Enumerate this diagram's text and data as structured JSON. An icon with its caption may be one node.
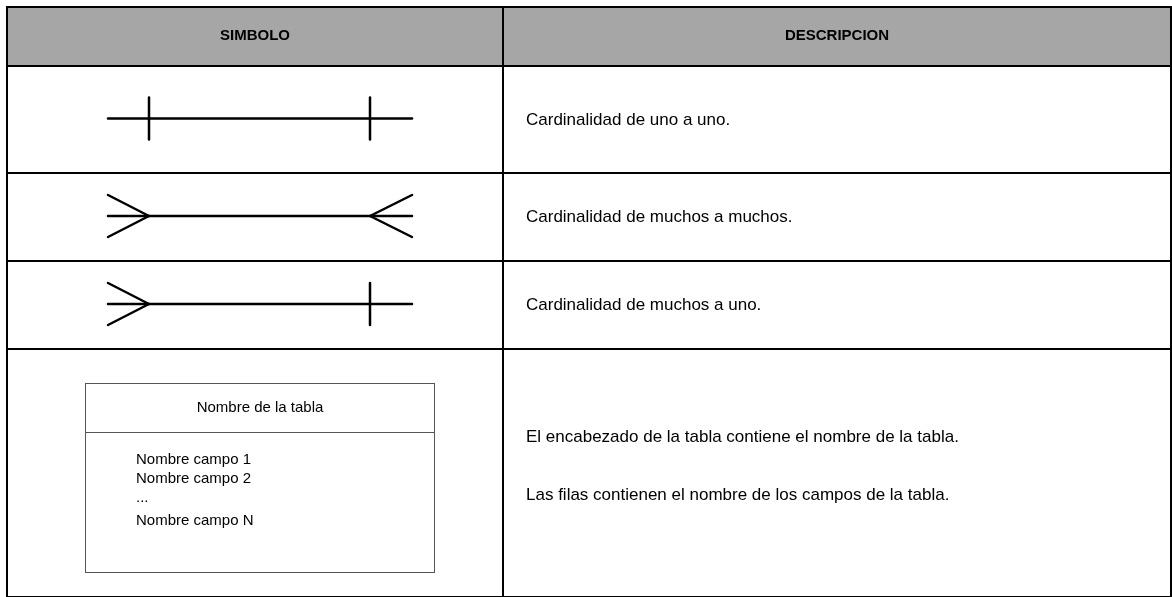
{
  "diagram": {
    "nodes": [
      {
        "text": [
          "Nombre de la tabla",
          "Nombre campo 1",
          "Nombre campo 2",
          "...",
          "Nombre campo N"
        ]
      }
    ],
    "labels": [
      "SIMBOLO",
      "DESCRIPCION",
      "Cardinalidad de uno a uno.",
      "Cardinalidad de muchos a muchos.",
      "Cardinalidad de muchos a uno.",
      "El encabezado de la tabla contiene el nombre de la tabla.",
      "Las filas contienen el nombre de los campos de la tabla."
    ]
  }
}
